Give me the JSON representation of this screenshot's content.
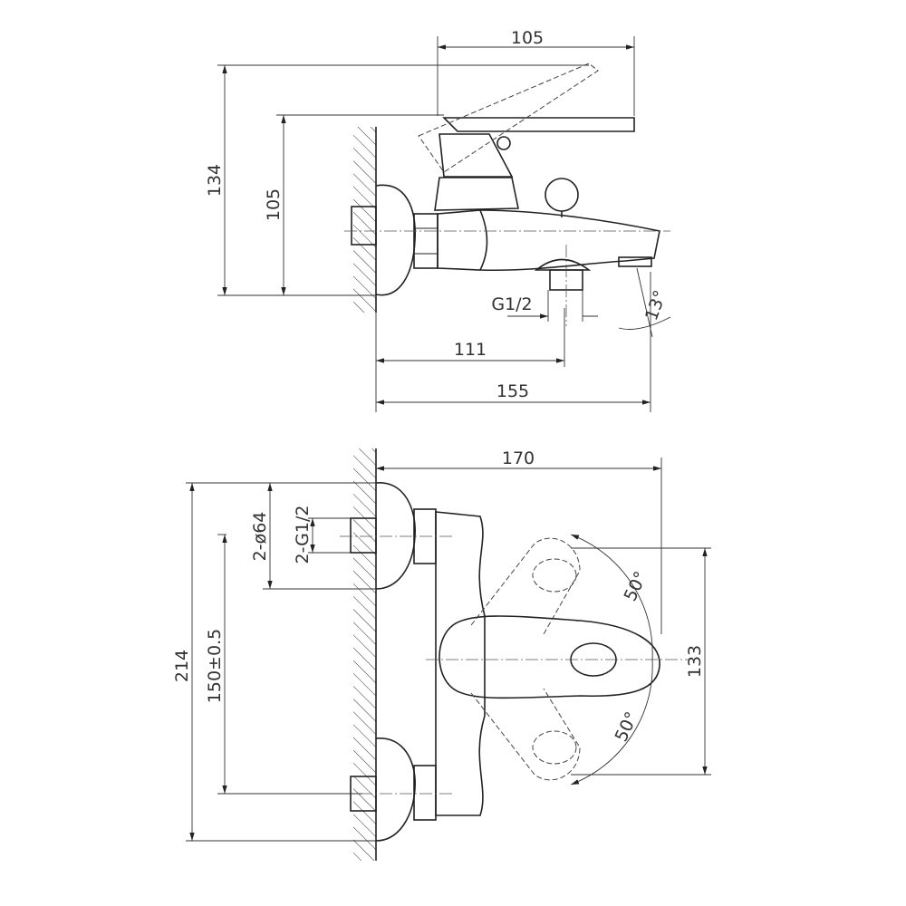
{
  "side_view": {
    "dim_top_width": "105",
    "dim_total_height": "134",
    "dim_handle_height": "105",
    "dim_outlet_thread": "G1/2",
    "dim_spout_angle": "13°",
    "dim_outlet_distance": "111",
    "dim_spout_length": "155"
  },
  "front_view": {
    "dim_depth": "170",
    "dim_total_height": "214",
    "dim_centers": "150±0.5",
    "dim_flange": "2-ø64",
    "dim_inlet_thread": "2-G1/2",
    "dim_handle_sweep": "133",
    "dim_angle_up": "50°",
    "dim_angle_down": "50°"
  }
}
